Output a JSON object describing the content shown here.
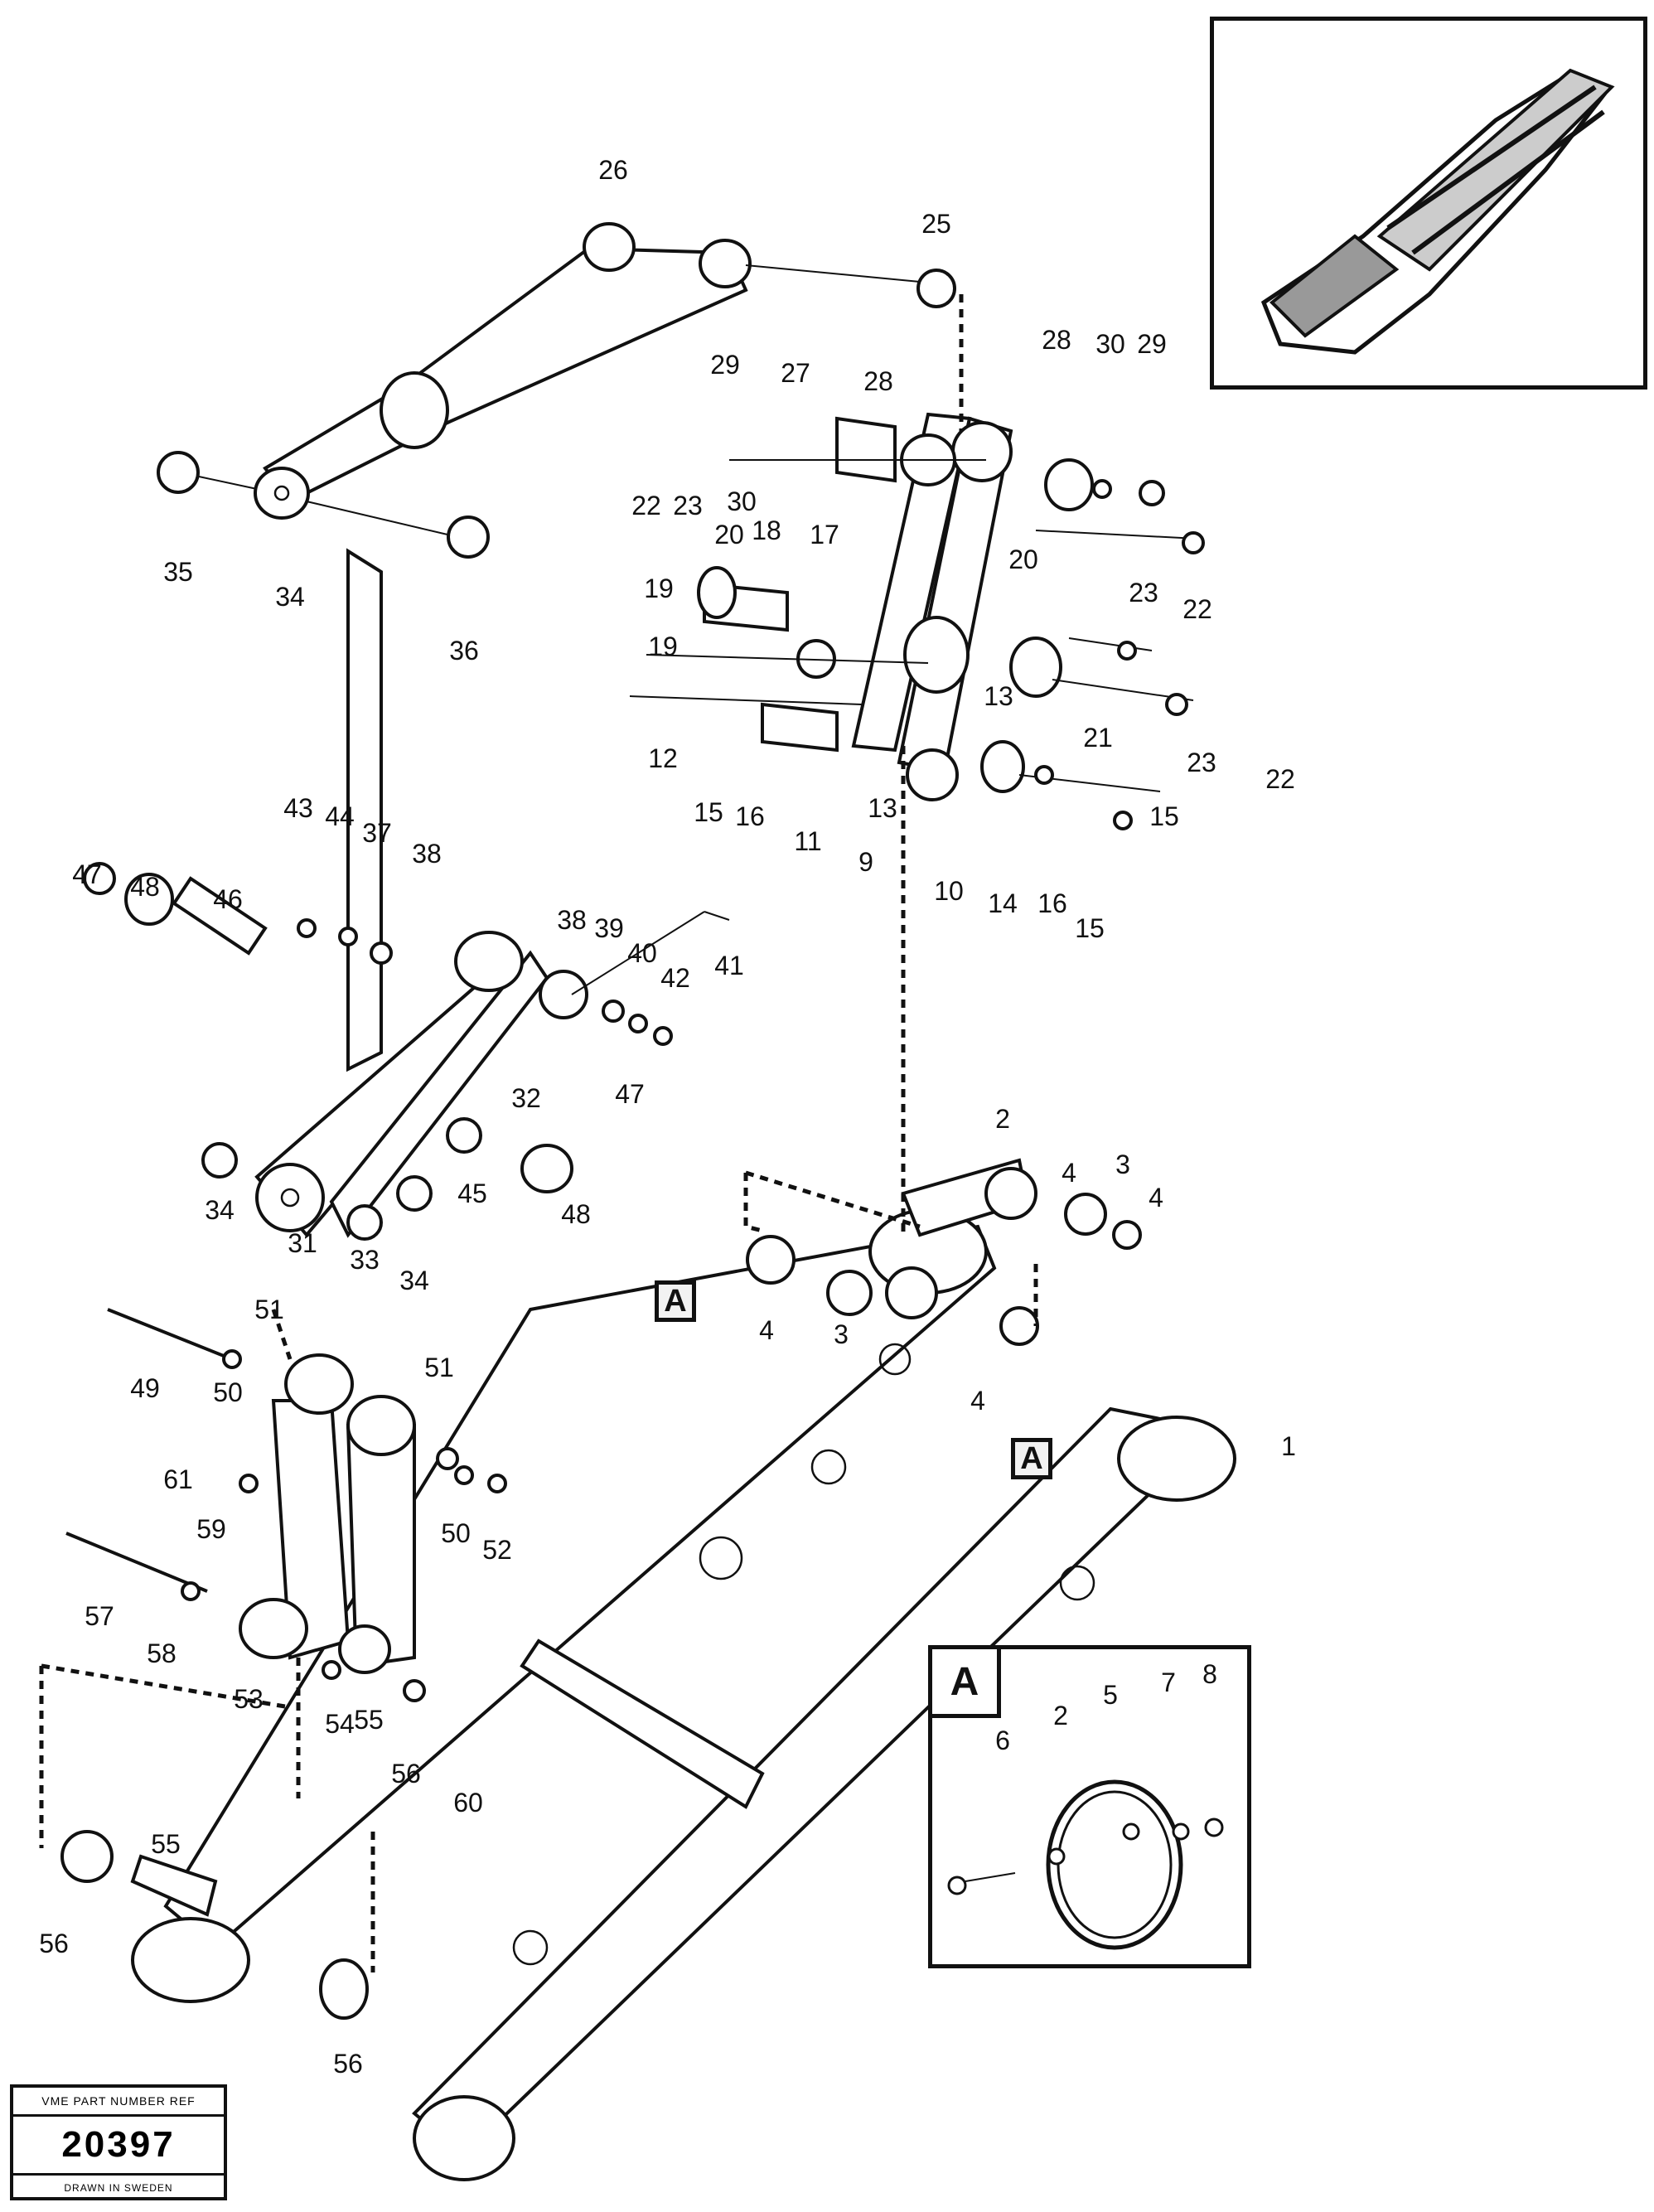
{
  "part_labels": [
    "26",
    "25",
    "29",
    "27",
    "28",
    "28",
    "30",
    "29",
    "22",
    "23",
    "30",
    "20",
    "18",
    "17",
    "20",
    "23",
    "22",
    "19",
    "19",
    "13",
    "21",
    "23",
    "22",
    "12",
    "15",
    "16",
    "11",
    "13",
    "9",
    "10",
    "14",
    "16",
    "15",
    "15",
    "35",
    "34",
    "36",
    "43",
    "44",
    "37",
    "38",
    "47",
    "48",
    "46",
    "38",
    "39",
    "40",
    "42",
    "41",
    "32",
    "47",
    "45",
    "34",
    "31",
    "33",
    "34",
    "48",
    "2",
    "4",
    "3",
    "4",
    "4",
    "3",
    "4",
    "51",
    "49",
    "50",
    "51",
    "61",
    "59",
    "50",
    "52",
    "57",
    "58",
    "53",
    "54",
    "55",
    "56",
    "60",
    "55",
    "56",
    "56",
    "1",
    "6",
    "2",
    "5",
    "7",
    "8"
  ],
  "callout_tags": [
    "A",
    "A"
  ],
  "detail_view": {
    "tag": "A"
  },
  "inset": {
    "description_icon": "loader-boom-thumbnail-icon"
  },
  "stamp": {
    "header": "VME PART NUMBER REF",
    "number": "20397",
    "footer": "DRAWN IN SWEDEN"
  }
}
